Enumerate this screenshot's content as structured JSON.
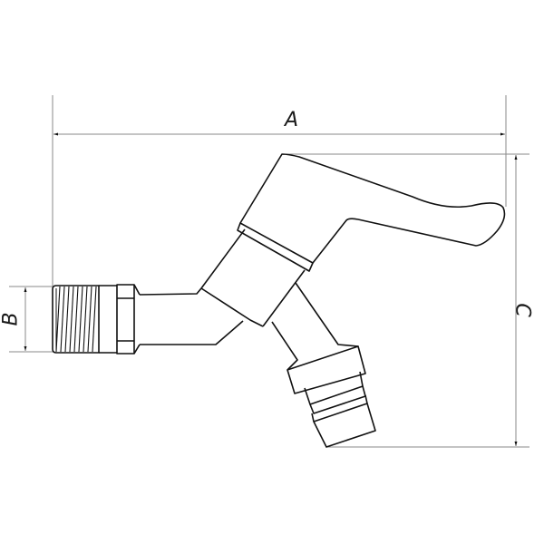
{
  "drawing": {
    "subject": "Wall tap / bib valve with lever handle and hose connector",
    "line_color": "#111111",
    "dimension_color": "#8a8a8a",
    "background": "#ffffff"
  },
  "dimensions": {
    "a": {
      "label": "A",
      "orientation": "horizontal"
    },
    "b": {
      "label": "B",
      "orientation": "vertical"
    },
    "c": {
      "label": "C",
      "orientation": "vertical"
    }
  }
}
